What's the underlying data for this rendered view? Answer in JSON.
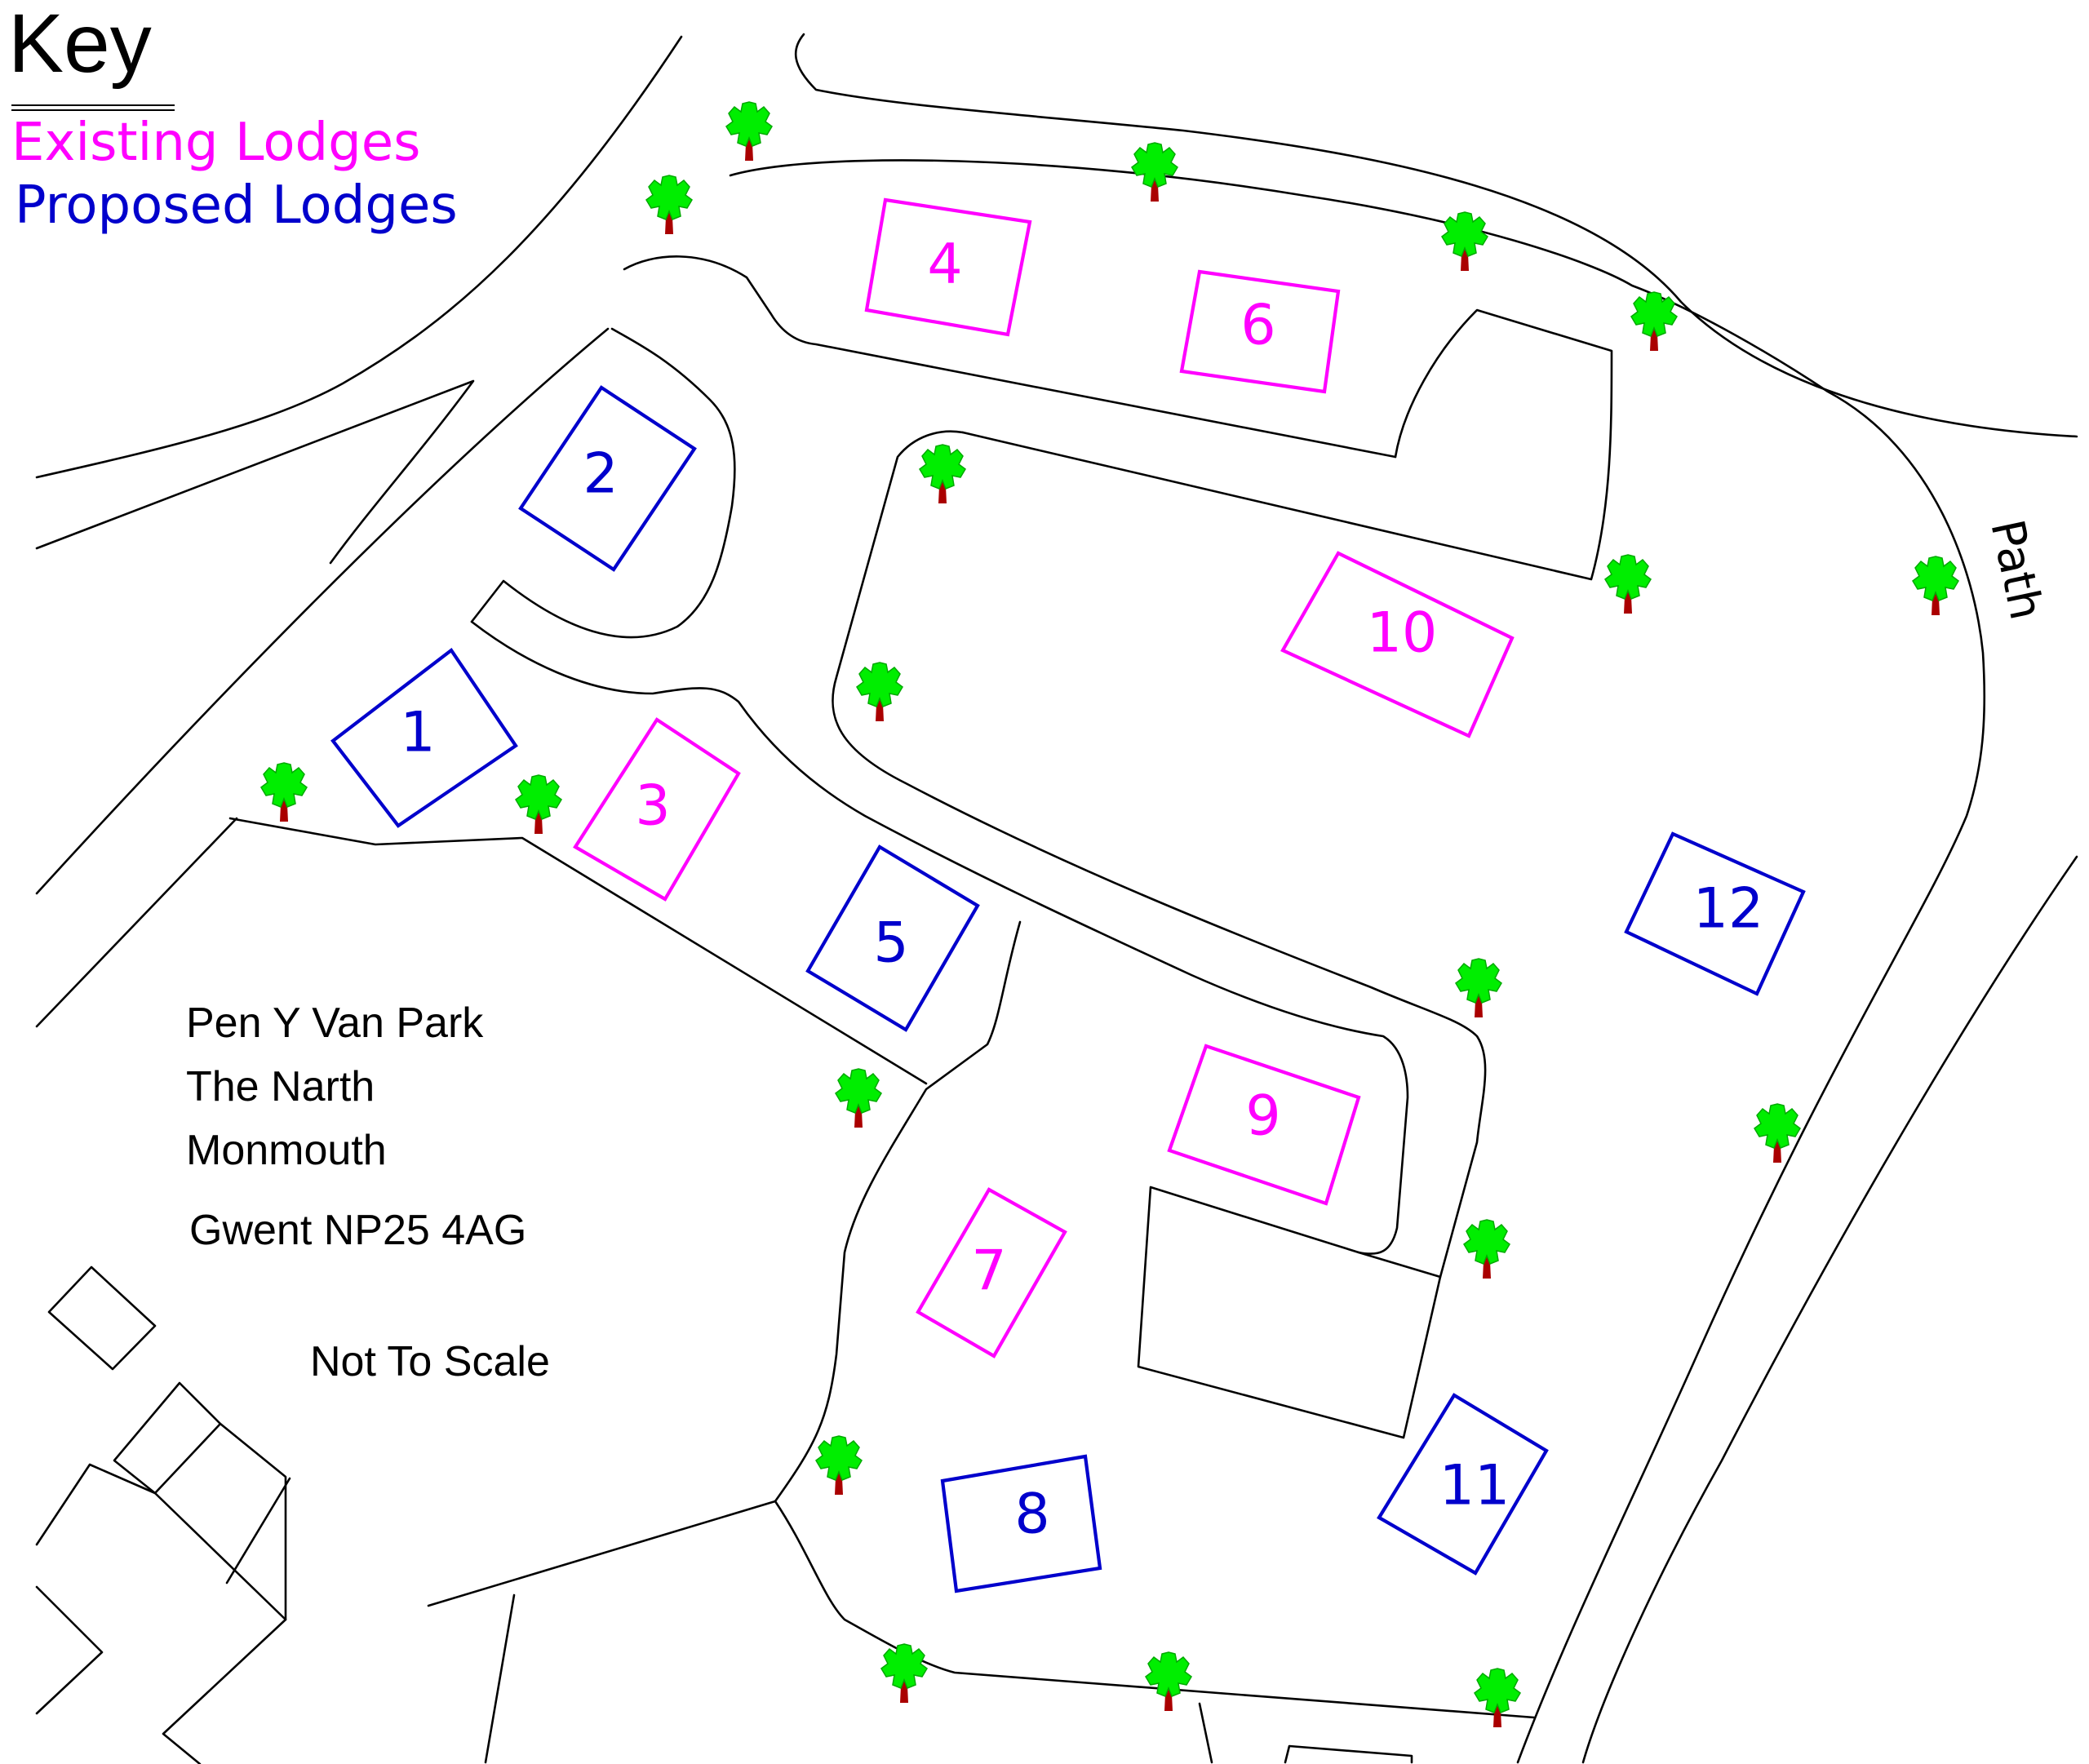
{
  "key": {
    "title": "Key",
    "existing_label": "Existing Lodges",
    "proposed_label": "Proposed Lodges",
    "existing_color": "#ff00ff",
    "proposed_color": "#0000cc"
  },
  "address": {
    "line1": "Pen Y Van Park",
    "line2": "The Narth",
    "line3": "Monmouth",
    "line4": "Gwent NP25 4AG"
  },
  "scale_note": "Not To Scale",
  "path_label": "Path",
  "lodges": [
    {
      "number": "1",
      "status": "proposed"
    },
    {
      "number": "2",
      "status": "proposed"
    },
    {
      "number": "3",
      "status": "existing"
    },
    {
      "number": "4",
      "status": "existing"
    },
    {
      "number": "5",
      "status": "proposed"
    },
    {
      "number": "6",
      "status": "existing"
    },
    {
      "number": "7",
      "status": "existing"
    },
    {
      "number": "8",
      "status": "proposed"
    },
    {
      "number": "9",
      "status": "existing"
    },
    {
      "number": "10",
      "status": "existing"
    },
    {
      "number": "11",
      "status": "proposed"
    },
    {
      "number": "12",
      "status": "proposed"
    }
  ],
  "tree_icon": "tree-icon",
  "colors": {
    "tree_canopy": "#00ee00",
    "tree_trunk": "#aa0000"
  }
}
